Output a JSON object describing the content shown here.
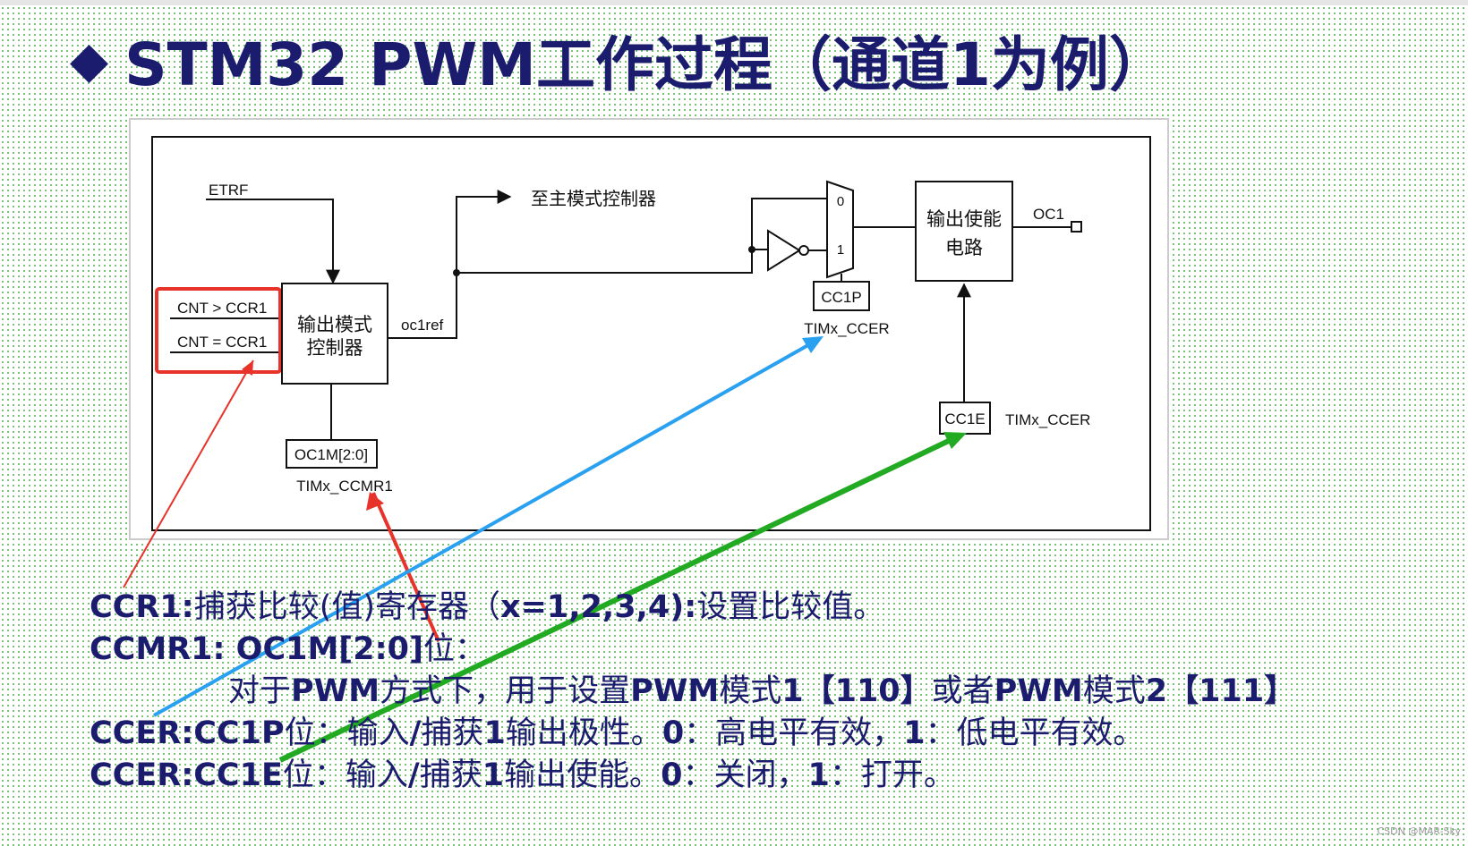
{
  "title": {
    "bullet": "◆",
    "text": "STM32 PWM工作过程（通道1为例）"
  },
  "diagram": {
    "etrf": "ETRF",
    "to_master": "至主模式控制器",
    "cmp_gt": "CNT > CCR1",
    "cmp_eq": "CNT = CCR1",
    "mode_ctrl_line1": "输出模式",
    "mode_ctrl_line2": "控制器",
    "oc1ref": "oc1ref",
    "oc1m": "OC1M[2:0]",
    "ccmr1": "TIMx_CCMR1",
    "mux_in0": "0",
    "mux_in1": "1",
    "cc1p": "CC1P",
    "ccer_p": "TIMx_CCER",
    "enable_line1": "输出使能",
    "enable_line2": "电路",
    "oc1": "OC1",
    "cc1e": "CC1E",
    "ccer_e": "TIMx_CCER"
  },
  "text": {
    "l1_a": "CCR1:",
    "l1_b": "捕获比较(值)寄存器（",
    "l1_c": "x=1,2,3,4):",
    "l1_d": "设置比较值。",
    "l2_a": "CCMR1: OC1M[2:0]",
    "l2_b": "位：",
    "l3_a": "对于",
    "l3_b": "PWM",
    "l3_c": "方式下，用于设置",
    "l3_d": "PWM",
    "l3_e": "模式",
    "l3_f": "1【110】",
    "l3_g": "或者",
    "l3_h": "PWM",
    "l3_i": "模式",
    "l3_j": "2【111】",
    "l4_a": "CCER:CC1P",
    "l4_b": "位：输入",
    "l4_c": "/",
    "l4_d": "捕获",
    "l4_e": "1",
    "l4_f": "输出极性。",
    "l4_g": "0",
    "l4_h": "：高电平有效，",
    "l4_i": "1",
    "l4_j": "：低电平有效。",
    "l5_a": "CCER:CC1E",
    "l5_b": "位：输入",
    "l5_c": "/",
    "l5_d": "捕获",
    "l5_e": "1",
    "l5_f": "输出使能。",
    "l5_g": "0",
    "l5_h": "：关闭，",
    "l5_i": "1",
    "l5_j": "：打开。"
  },
  "watermark": "CSDN @MAR-Sky",
  "colors": {
    "title": "#1c1c6e",
    "highlight_box": "#e8332a",
    "arrow_red": "#e8332a",
    "arrow_blue": "#2aa0f0",
    "arrow_green": "#22aa22"
  }
}
